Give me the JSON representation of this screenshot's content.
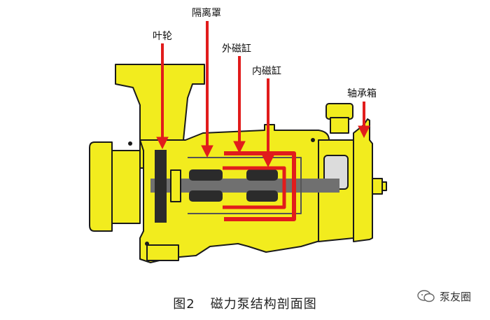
{
  "labels": {
    "impeller": "叶轮",
    "isolation_sleeve": "隔离罩",
    "outer_magnet": "外磁缸",
    "inner_magnet": "内磁缸",
    "bearing_box": "轴承箱"
  },
  "caption": {
    "figure_no": "图2",
    "title": "磁力泵结构剖面图"
  },
  "watermark": {
    "text": "泵友圈"
  },
  "colors": {
    "body": "#F2EC1E",
    "outline": "#1a1a1a",
    "shaft": "#707070",
    "magnet": "#2b2b2b",
    "red": "#E11C1C",
    "window": "#dcdcdc"
  }
}
